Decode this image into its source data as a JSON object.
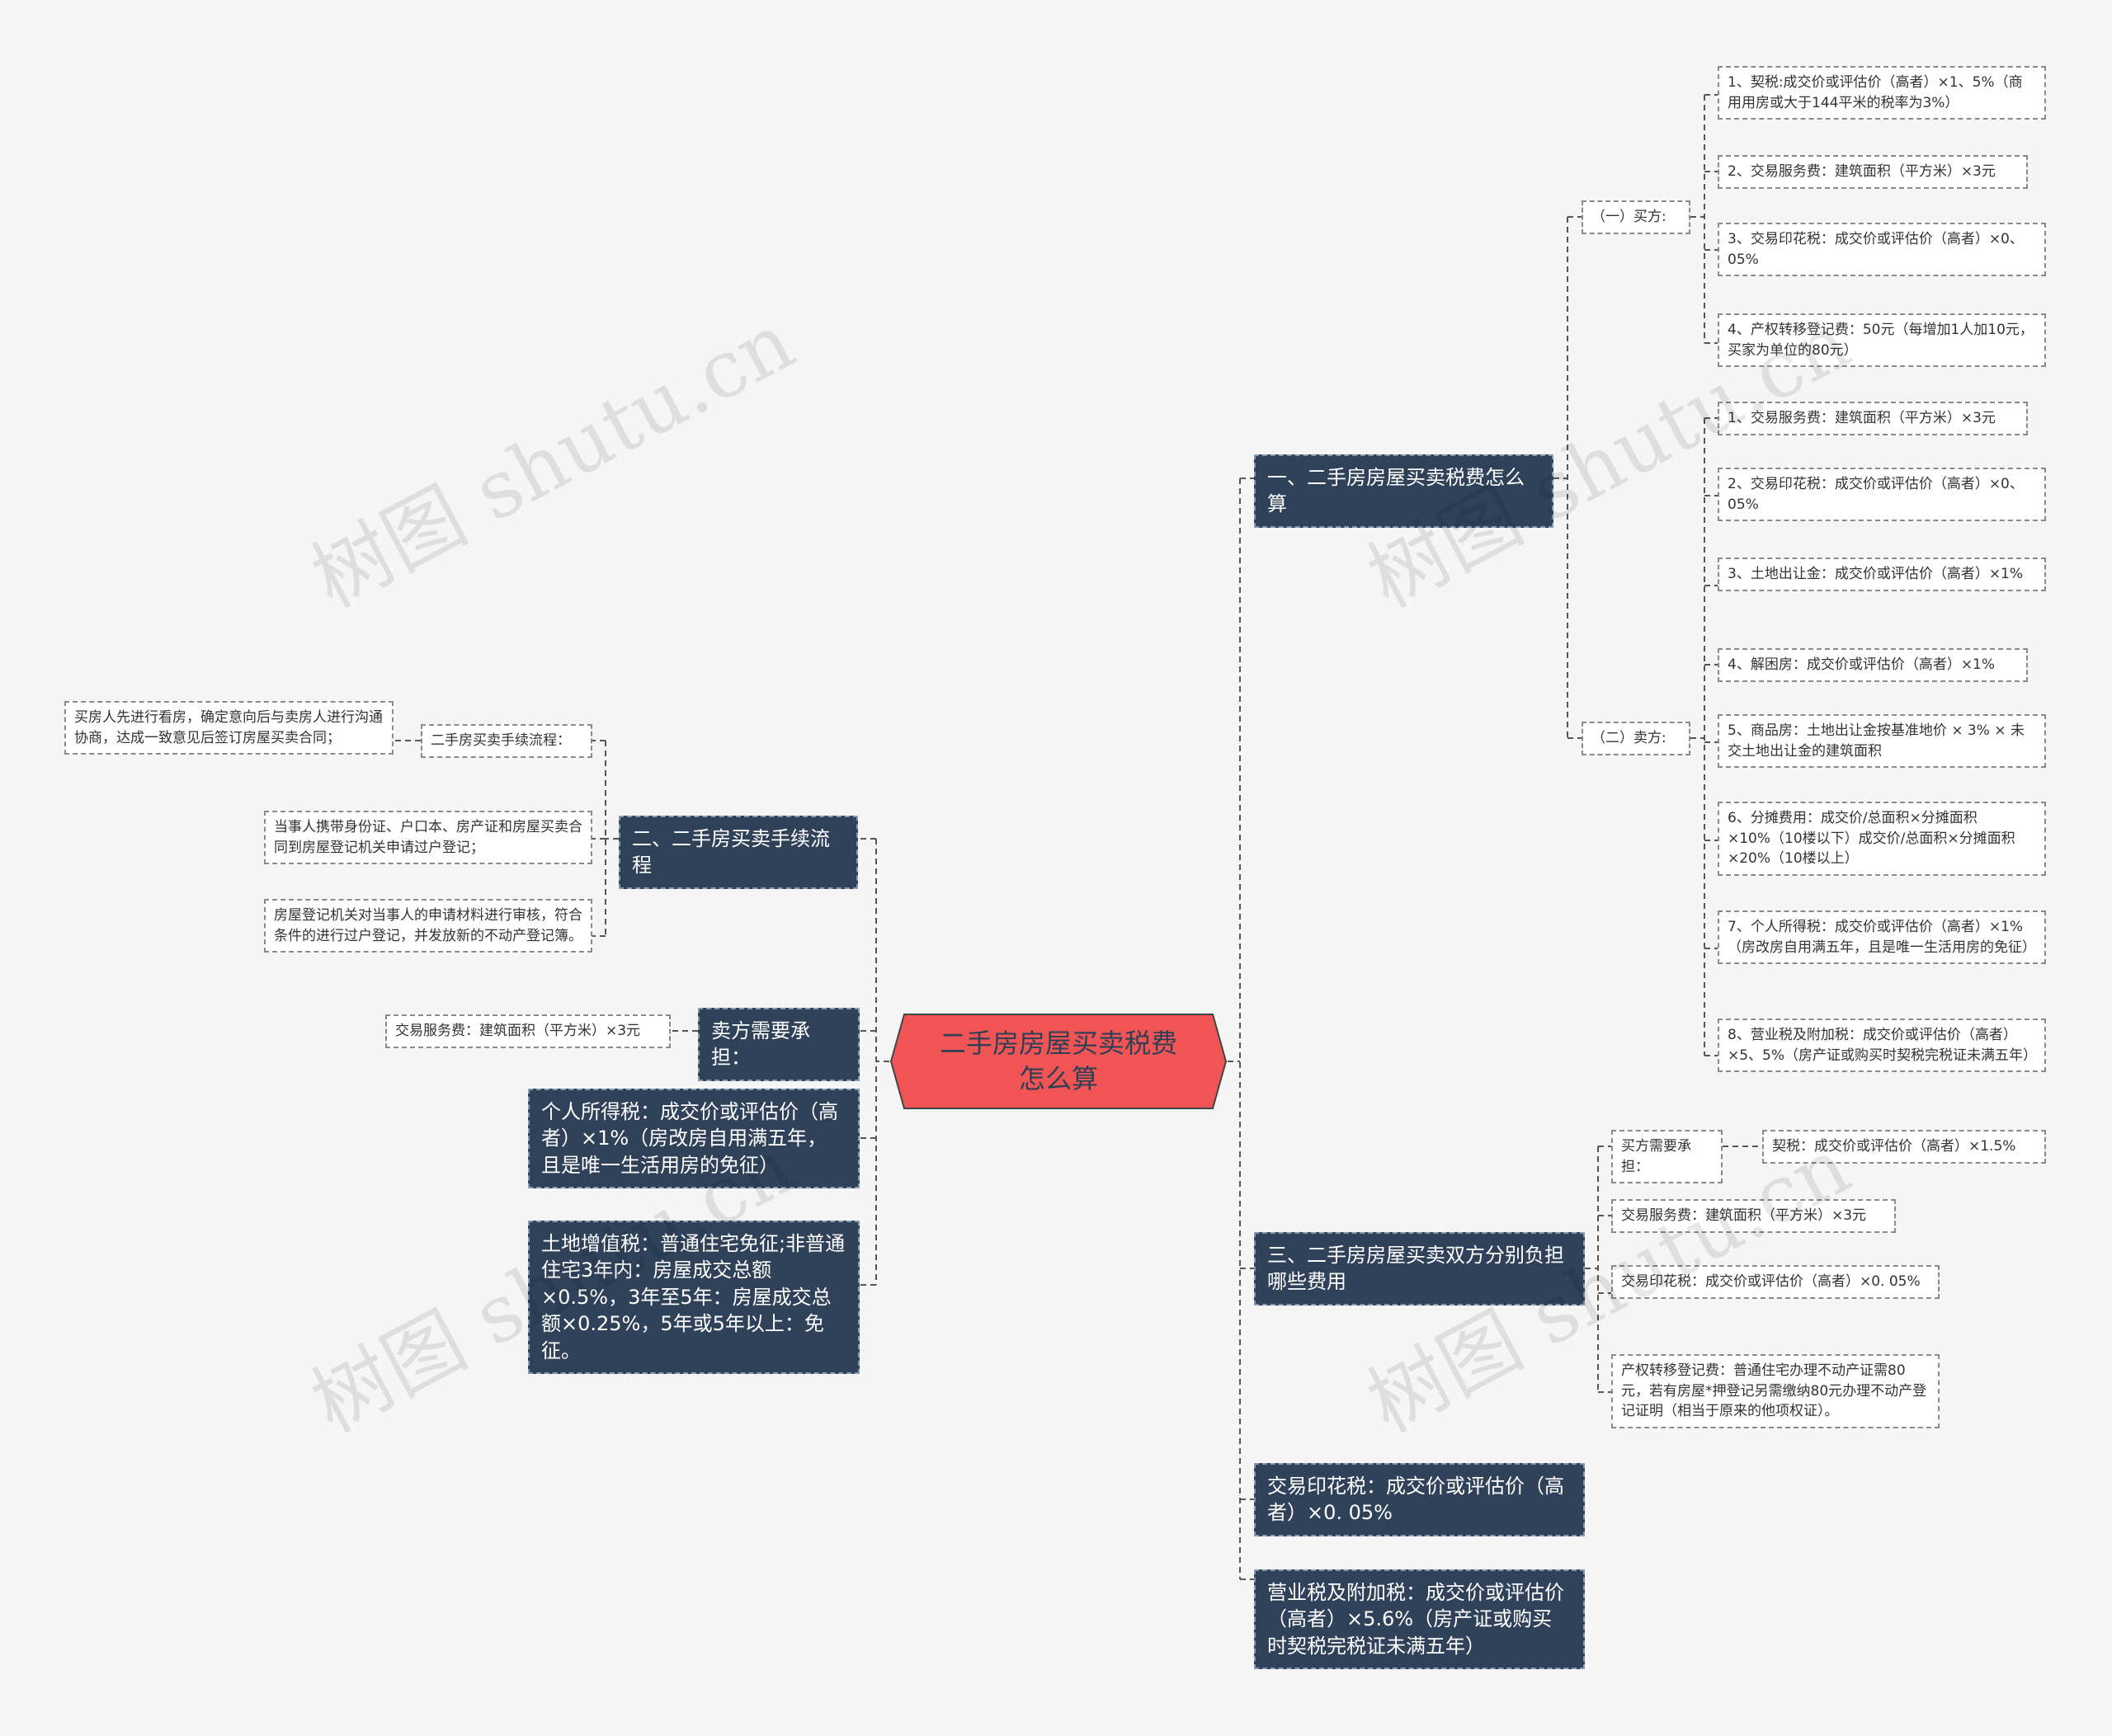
{
  "root": {
    "title": "二手房房屋买卖税费怎么算"
  },
  "right": {
    "b1": {
      "title": "一、二手房房屋买卖税费怎么算",
      "buyer": {
        "label": "（一）买方:",
        "items": [
          "1、契税:成交价或评估价（高者）×1、5%（商用用房或大于144平米的税率为3%）",
          "2、交易服务费：建筑面积（平方米）×3元",
          "3、交易印花税：成交价或评估价（高者）×0、05%",
          "4、产权转移登记费：50元（每增加1人加10元，买家为单位的80元）"
        ]
      },
      "seller": {
        "label": "（二）卖方:",
        "items": [
          "1、交易服务费：建筑面积（平方米）×3元",
          "2、交易印花税：成交价或评估价（高者）×0、05%",
          "3、土地出让金：成交价或评估价（高者）×1%",
          "4、解困房：成交价或评估价（高者）×1%",
          "5、商品房：土地出让金按基准地价 × 3% × 未交土地出让金的建筑面积",
          "6、分摊费用：成交价/总面积×分摊面积×10%（10楼以下）成交价/总面积×分摊面积×20%（10楼以上）",
          "7、个人所得税：成交价或评估价（高者）×1%（房改房自用满五年，且是唯一生活用房的免征）",
          "8、营业税及附加税：成交价或评估价（高者）×5、5%（房产证或购买时契税完税证未满五年）"
        ]
      }
    },
    "b3": {
      "title": "三、二手房房屋买卖双方分别负担哪些费用",
      "buyer_label": "买方需要承担：",
      "buyer_item": "契税：成交价或评估价（高者）×1.5%",
      "items": [
        "交易服务费：建筑面积（平方米）×3元",
        "交易印花税：成交价或评估价（高者）×0. 05%",
        "产权转移登记费：普通住宅办理不动产证需80元，若有房屋*押登记另需缴纳80元办理不动产登记证明（相当于原来的他项权证）。"
      ]
    },
    "stamp": "交易印花税：成交价或评估价（高者）×0. 05%",
    "business": "营业税及附加税：成交价或评估价（高者）×5.6%（房产证或购买时契税完税证未满五年）"
  },
  "left": {
    "b2": {
      "title": "二、二手房买卖手续流程",
      "sub_label": "二手房买卖手续流程：",
      "sub_item": "买房人先进行看房，确定意向后与卖房人进行沟通协商，达成一致意见后签订房屋买卖合同；",
      "items": [
        "当事人携带身份证、户口本、房产证和房屋买卖合同到房屋登记机关申请过户登记；",
        "房屋登记机关对当事人的申请材料进行审核，符合条件的进行过户登记，并发放新的不动产登记簿。"
      ]
    },
    "seller": {
      "title": "卖方需要承担：",
      "item": "交易服务费：建筑面积（平方米）×3元"
    },
    "income_tax": "个人所得税：成交价或评估价（高者）×1%（房改房自用满五年，且是唯一生活用房的免征）",
    "land_tax": "土地增值税：普通住宅免征;非普通住宅3年内：房屋成交总额×0.5%，3年至5年：房屋成交总额×0.25%，5年或5年以上：免征。"
  },
  "watermark": "树图 shutu.cn",
  "colors": {
    "root_fill": "#f05454",
    "dark_fill": "#2f4259",
    "line": "#555555"
  }
}
